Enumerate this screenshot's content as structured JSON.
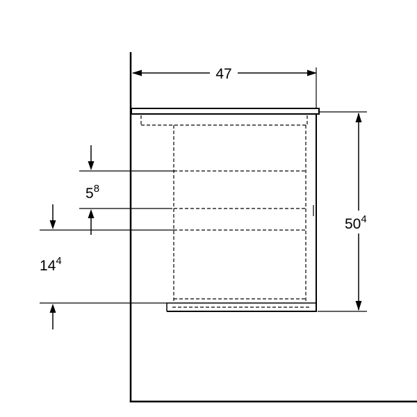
{
  "dimensions": {
    "depth": {
      "value": "47"
    },
    "height": {
      "value": "50",
      "sup": "4"
    },
    "drawer_offset": {
      "value": "5",
      "sup": "8"
    },
    "lower_offset": {
      "value": "14",
      "sup": "4"
    }
  },
  "colors": {
    "line": "#000000",
    "background": "#ffffff"
  }
}
